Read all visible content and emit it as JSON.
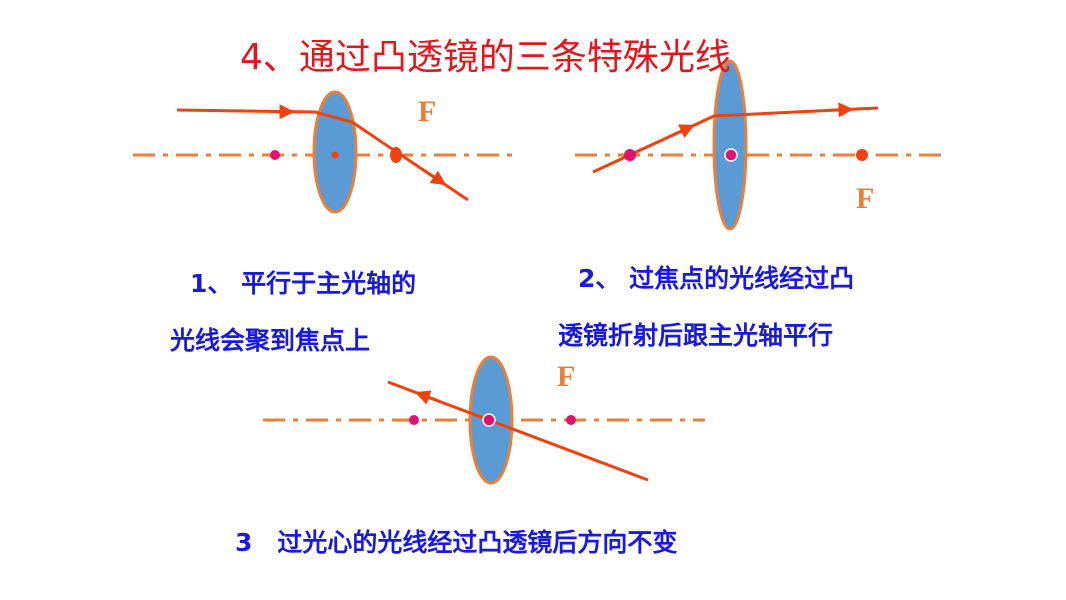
{
  "title": "4、通过凸透镜的三条特殊光线",
  "diagrams": [
    {
      "focus_label": "F",
      "caption_lines": [
        "1、 平行于主光轴的",
        "光线会聚到焦点上"
      ]
    },
    {
      "focus_label": "F",
      "caption_lines": [
        "2、 过焦点的光线经过凸",
        "透镜折射后跟主光轴平行"
      ]
    },
    {
      "focus_label": "F",
      "caption_lines": [
        "3　过光心的光线经过凸透镜后方向不变"
      ]
    }
  ],
  "colors": {
    "title": "#e8141b",
    "caption": "#1a1adf",
    "axis": "#e8803a",
    "ray": "#f0420f",
    "lens_fill": "#5b9bd5",
    "lens_stroke": "#e8803a",
    "point": "#e5106e",
    "focus_label": "#e8803a"
  }
}
